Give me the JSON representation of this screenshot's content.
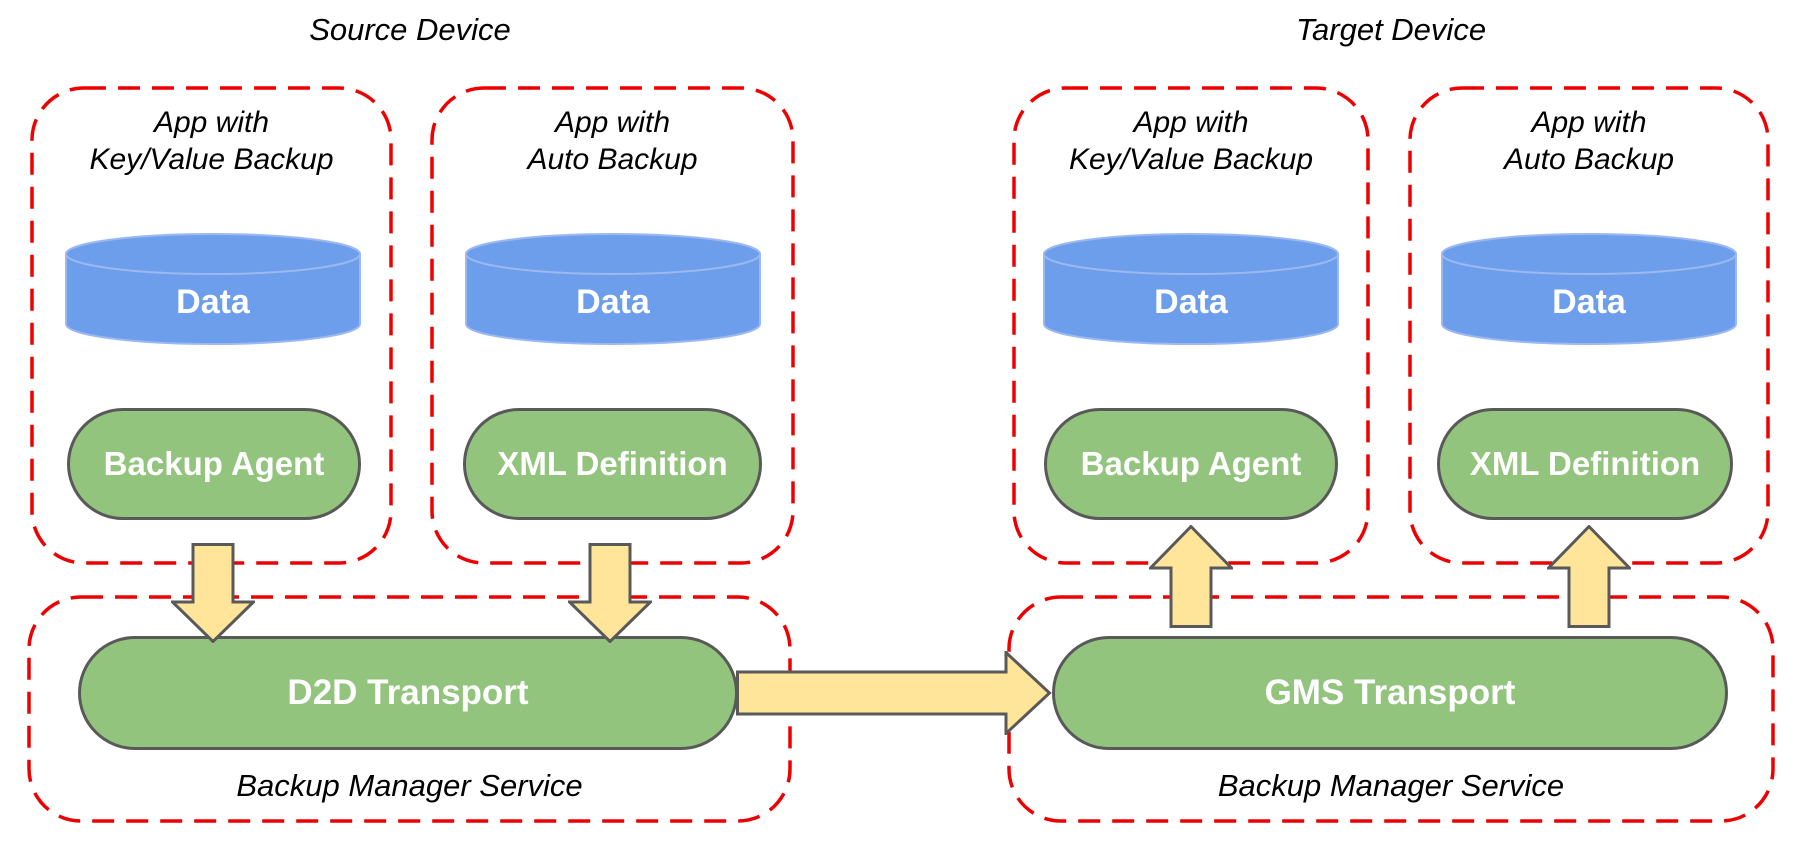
{
  "diagram": {
    "source": {
      "title": "Source Device",
      "apps": [
        {
          "name_line1": "App with",
          "name_line2": "Key/Value Backup",
          "data_store": "Data",
          "component": "Backup Agent"
        },
        {
          "name_line1": "App with",
          "name_line2": "Auto Backup",
          "data_store": "Data",
          "component": "XML Definition"
        }
      ],
      "service": {
        "transport": "D2D Transport",
        "label": "Backup Manager Service"
      }
    },
    "target": {
      "title": "Target Device",
      "apps": [
        {
          "name_line1": "App with",
          "name_line2": "Key/Value Backup",
          "data_store": "Data",
          "component": "Backup Agent"
        },
        {
          "name_line1": "App with",
          "name_line2": "Auto Backup",
          "data_store": "Data",
          "component": "XML Definition"
        }
      ],
      "service": {
        "transport": "GMS Transport",
        "label": "Backup Manager Service"
      }
    },
    "arrows": [
      {
        "name": "backup-agent-to-d2d-arrow",
        "direction": "down"
      },
      {
        "name": "xml-definition-to-d2d-arrow",
        "direction": "down"
      },
      {
        "name": "d2d-to-gms-arrow",
        "direction": "right"
      },
      {
        "name": "gms-to-backup-agent-arrow",
        "direction": "up"
      },
      {
        "name": "gms-to-xml-definition-arrow",
        "direction": "up"
      }
    ],
    "colors": {
      "dashed_border": "#ee0000",
      "component_fill": "#93c47d",
      "component_border": "#595959",
      "data_fill": "#6d9eeb",
      "data_border": "#9bb9f0",
      "arrow_fill": "#ffe599",
      "arrow_border": "#595959",
      "component_text": "#ffffff",
      "label_text": "#000000"
    }
  }
}
